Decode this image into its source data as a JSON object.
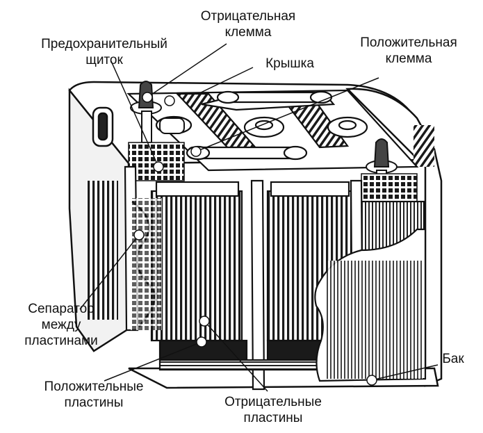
{
  "labels": {
    "negative_terminal": [
      "Отрицательная",
      "клемма"
    ],
    "safety_shield": [
      "Предохранительный",
      "щиток"
    ],
    "cover": "Крышка",
    "positive_terminal": [
      "Положительная",
      "клемма"
    ],
    "separator": [
      "Сепаратор",
      "между",
      "пластинами"
    ],
    "positive_plates": [
      "Положительные",
      "пластины"
    ],
    "negative_plates": [
      "Отрицательные",
      "пластины"
    ],
    "tank": "Бак"
  }
}
